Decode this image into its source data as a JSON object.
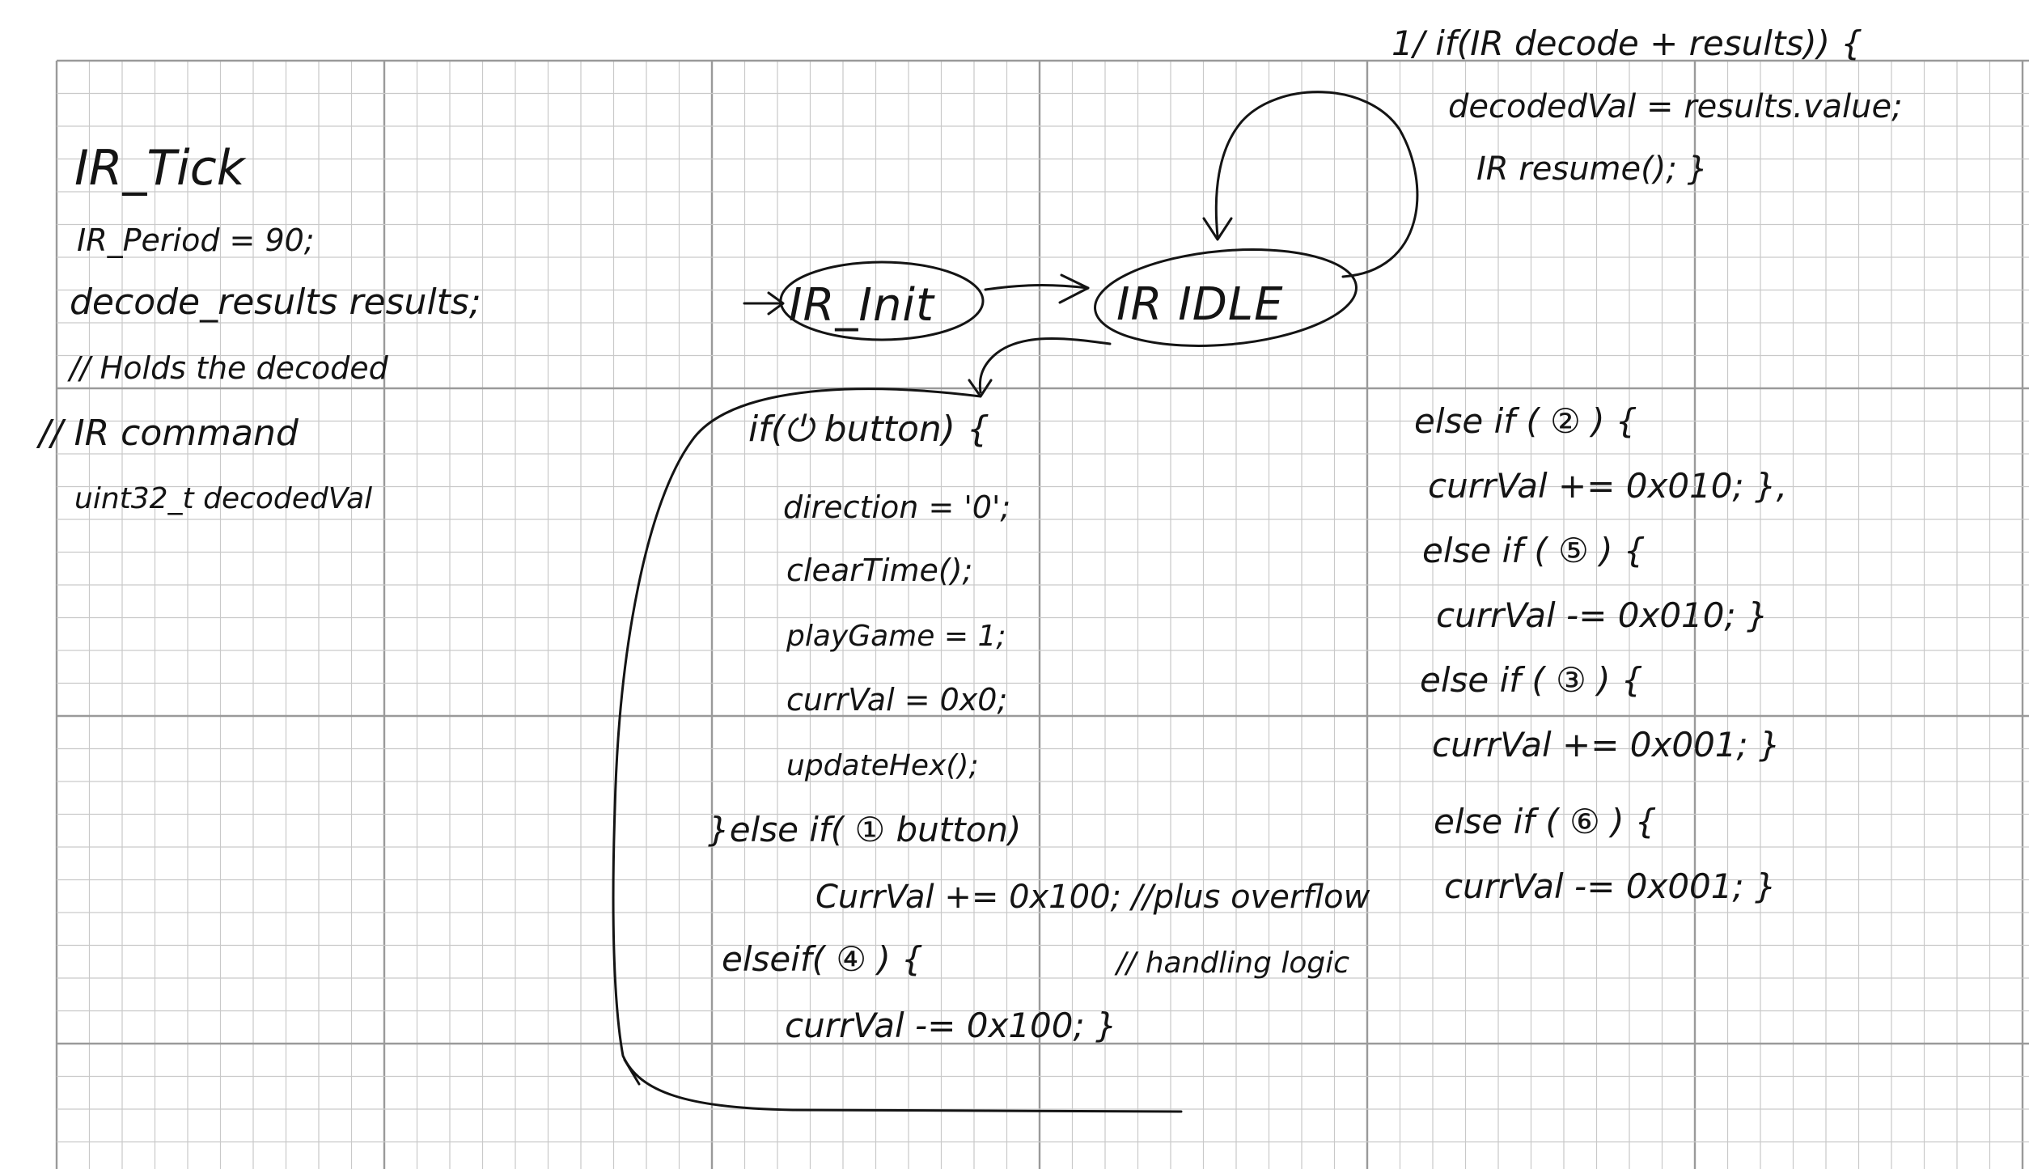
{
  "global_block": {
    "title": "IR_Tick",
    "lines": [
      "IR_Period = 90;",
      "decode_results  results;",
      "// Holds the decoded",
      "// IR  command",
      "uint32_t decodedVal"
    ]
  },
  "states": {
    "init": "IR_Init",
    "idle": "IR IDLE"
  },
  "idle_self_loop": {
    "lines": [
      "1/ if(IR decode + results)) {",
      "decodedVal = results.value;",
      "IR resume(); }"
    ]
  },
  "idle_exit": {
    "lines": [
      "if(⏻ button) {",
      "direction = '0';",
      "clearTime();",
      "playGame = 1;",
      "currVal = 0x0;",
      "updateHex();",
      "}else if( ① button)",
      "CurrVal += 0x100; //plus overflow",
      "elseif( ④ ) {",
      "// handling logic",
      "currVal -= 0x100; }"
    ]
  },
  "right_block": {
    "lines": [
      "else if ( ② ) {",
      "currVal += 0x010; },",
      "else if ( ⑤ ) {",
      "currVal -= 0x010; }",
      "else if ( ③ ) {",
      "currVal += 0x001; }",
      "else if ( ⑥ ) {",
      "currVal -= 0x001; }"
    ]
  }
}
